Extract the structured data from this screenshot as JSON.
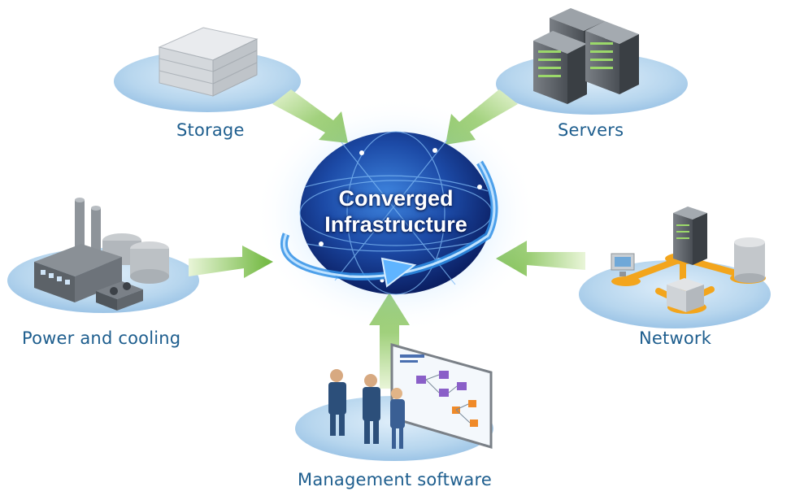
{
  "hub": {
    "line1": "Converged",
    "line2": "Infrastructure"
  },
  "nodes": {
    "storage": "Storage",
    "servers": "Servers",
    "power": "Power and cooling",
    "network": "Network",
    "management": "Management software"
  },
  "colors": {
    "label": "#1e5e8e",
    "arrow": "#7cc242",
    "platform": "#b9d8ef",
    "globe": "#1b4fa8"
  },
  "icons": {
    "storage": "storage-array-icon",
    "servers": "server-rack-icon",
    "power": "factory-icon",
    "network": "network-devices-icon",
    "management": "people-at-whiteboard-icon"
  }
}
